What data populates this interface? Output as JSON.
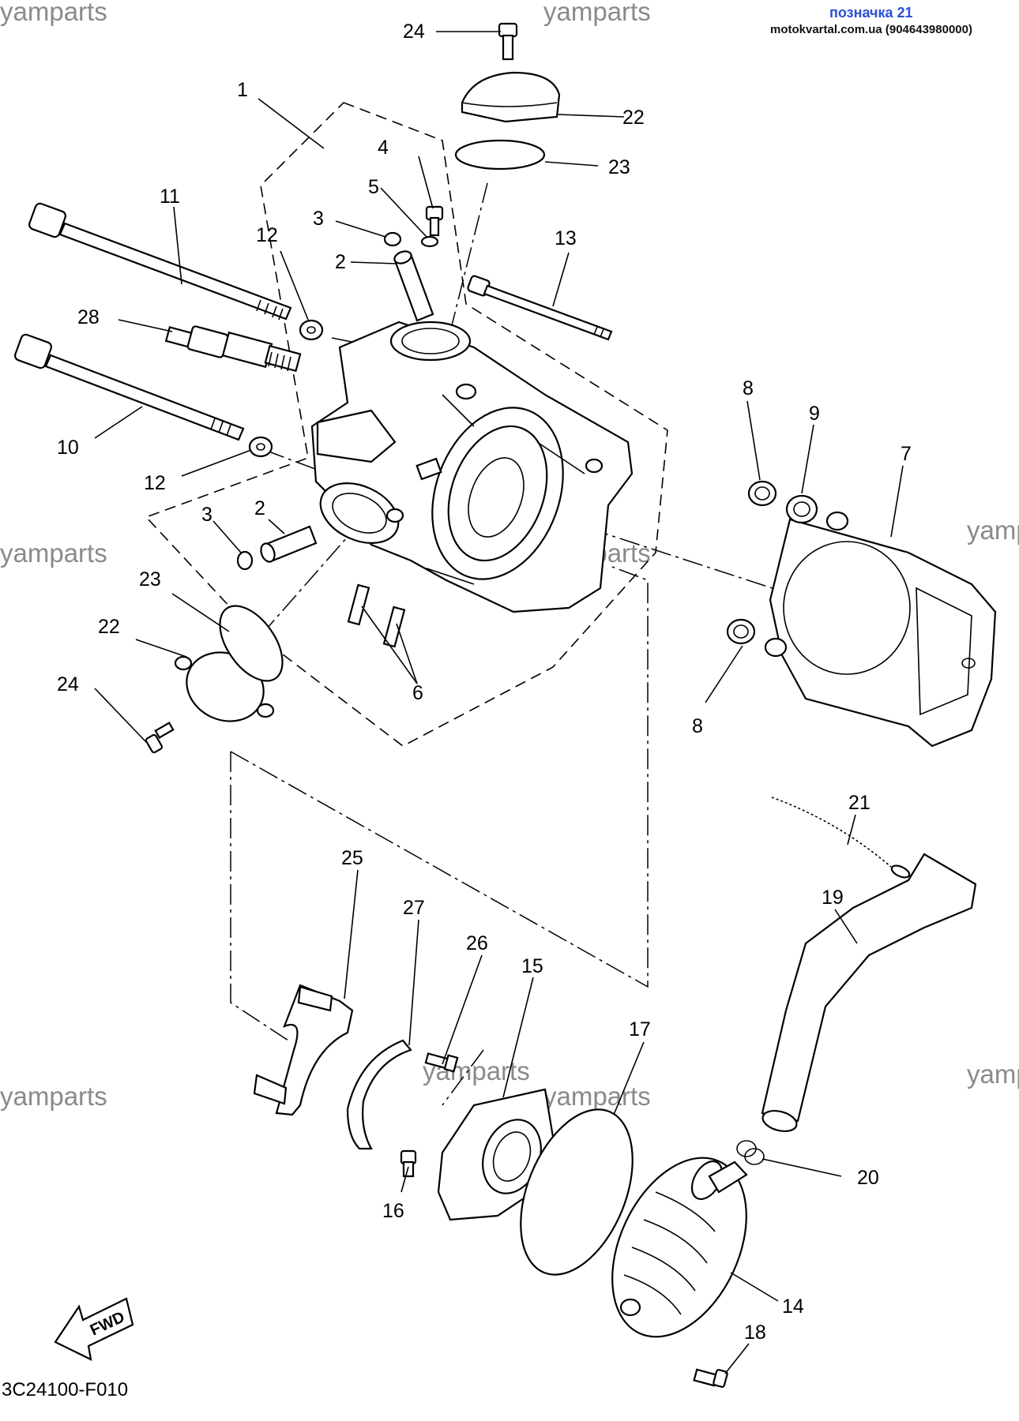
{
  "badge": {
    "title": "позначка 21",
    "subtitle": "motokvartal.com.ua (904643980000)"
  },
  "watermark": "yamparts",
  "diagram_code": "3C24100-F010",
  "fwd_label": "FWD",
  "callouts": {
    "c1": "1",
    "c2a": "2",
    "c2b": "2",
    "c3a": "3",
    "c3b": "3",
    "c4": "4",
    "c5": "5",
    "c6": "6",
    "c7": "7",
    "c8a": "8",
    "c8b": "8",
    "c9": "9",
    "c10": "10",
    "c11": "11",
    "c12a": "12",
    "c12b": "12",
    "c13": "13",
    "c14": "14",
    "c15": "15",
    "c16": "16",
    "c17": "17",
    "c18": "18",
    "c19": "19",
    "c20": "20",
    "c21": "21",
    "c22a": "22",
    "c22b": "22",
    "c23a": "23",
    "c23b": "23",
    "c24a": "24",
    "c24b": "24",
    "c25": "25",
    "c26": "26",
    "c27": "27",
    "c28": "28"
  },
  "icons": [
    "fwd-arrow-icon"
  ]
}
